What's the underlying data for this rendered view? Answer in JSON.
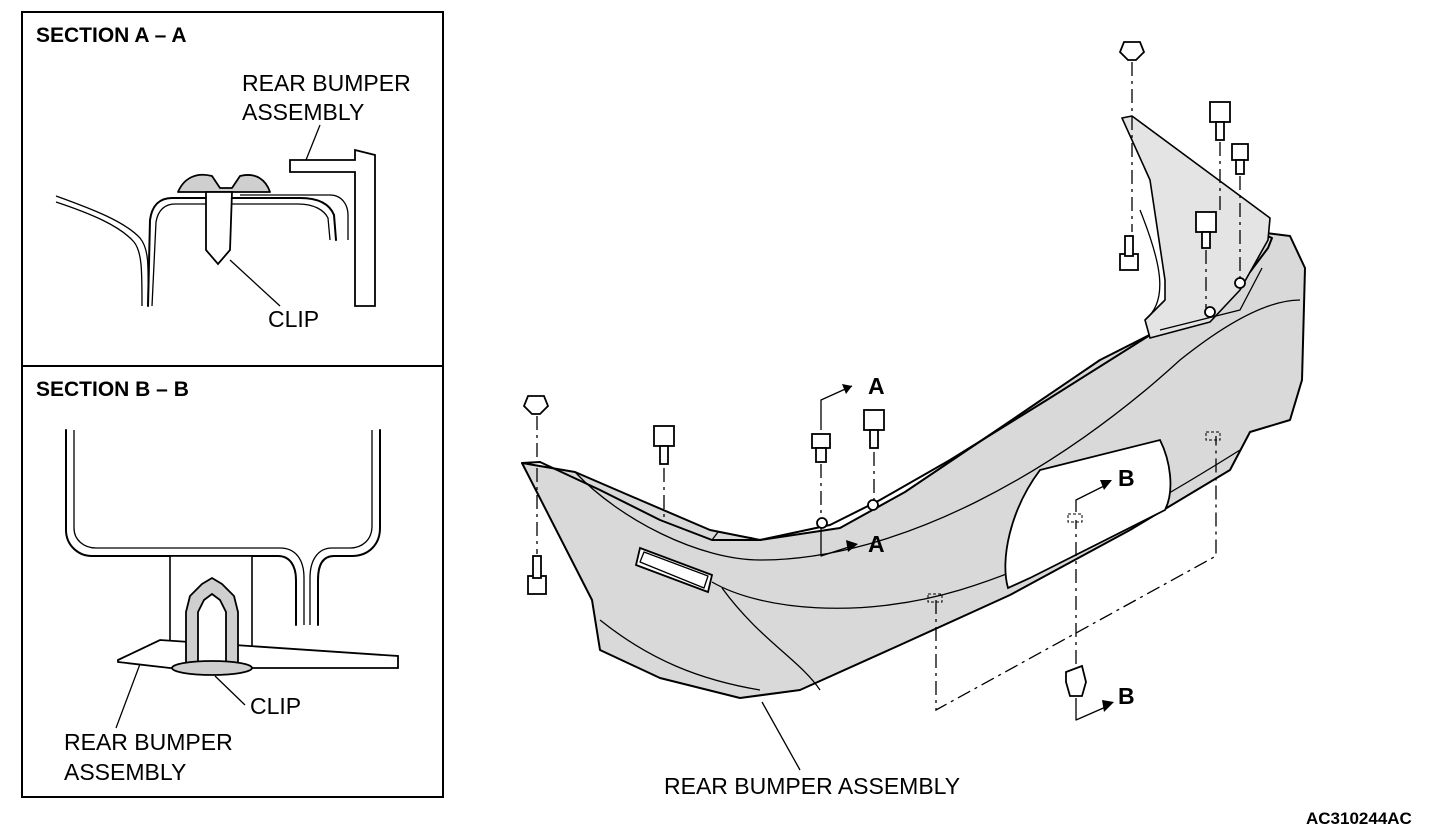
{
  "section_aa": {
    "title": "SECTION A – A",
    "bumper_label_line1": "REAR BUMPER",
    "bumper_label_line2": "ASSEMBLY",
    "clip_label": "CLIP"
  },
  "section_bb": {
    "title": "SECTION B – B",
    "clip_label": "CLIP",
    "bumper_label_line1": "REAR BUMPER",
    "bumper_label_line2": "ASSEMBLY"
  },
  "main": {
    "assembly_label": "REAR BUMPER ASSEMBLY",
    "section_markers": [
      "A",
      "A",
      "B",
      "B"
    ]
  },
  "figure_code": "AC310244AC",
  "colors": {
    "line": "#000000",
    "shade": "#d9d9d9",
    "background": "#ffffff"
  }
}
